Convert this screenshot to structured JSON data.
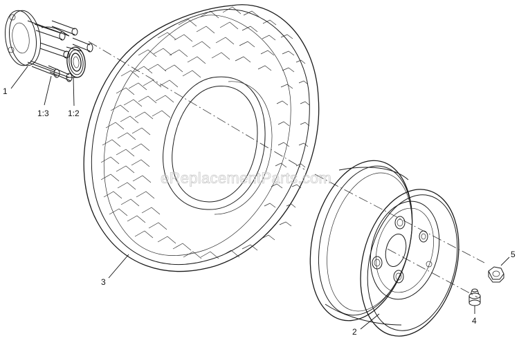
{
  "watermark": "eReplacementParts.com",
  "callouts": {
    "hub": "1",
    "hub_part_3": "1:3",
    "hub_part_2": "1:2",
    "tire": "3",
    "wheel_rim": "2",
    "valve_stem": "4",
    "lug_nut": "5"
  }
}
